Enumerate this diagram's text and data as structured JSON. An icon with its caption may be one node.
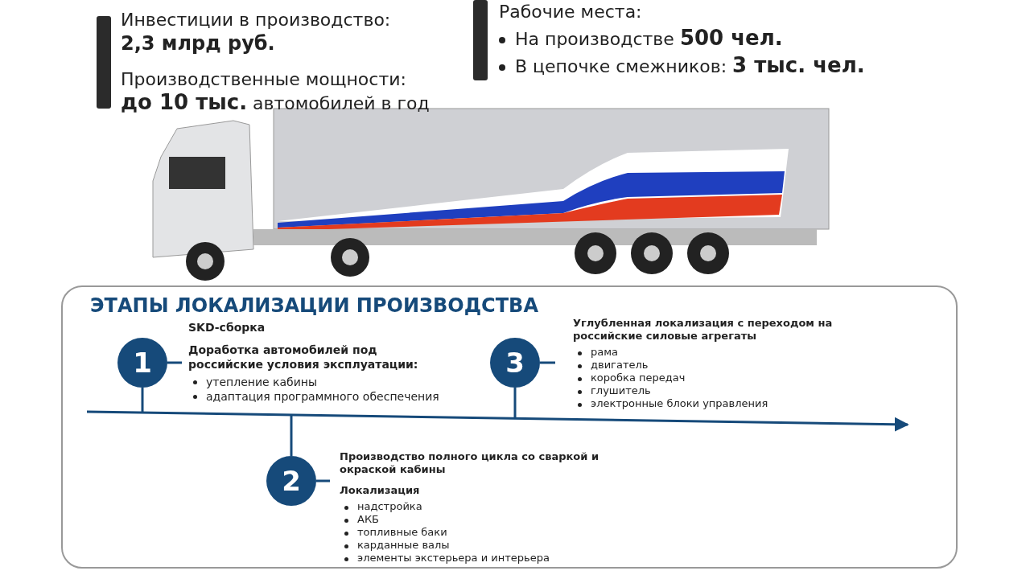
{
  "diagram": {
    "title": "ЭТАПЫ ЛОКАЛИЗАЦИИ ПРОИЗВОДСТВА",
    "nodes": [
      {
        "text": [
          "1"
        ],
        "beside": [
          "SKD-сборка",
          "Доработка автомобилей под российские условия эксплуатации:",
          "утепление кабины",
          "адаптация программного обеспечения"
        ]
      },
      {
        "text": [
          "3"
        ],
        "beside": [
          "Углубленная локализация с переходом на российские силовые агрегаты",
          "рама",
          "двигатель",
          "коробка передач",
          "глушитель",
          "электронные блоки управления"
        ]
      },
      {
        "text": [
          "2"
        ],
        "beside": [
          "Производство полного цикла со сваркой и окраской кабины",
          "Локализация",
          "надстройка",
          "АКБ",
          "топливные баки",
          "карданные валы",
          "элементы экстерьера и интерьера"
        ]
      },
      {
        "text": [],
        "shape": "bar"
      }
    ],
    "edges": [
      {
        "from": 0,
        "to": 3,
        "arrow": "none"
      },
      {
        "from": 1,
        "to": 3,
        "arrow": "none"
      },
      {
        "from": 2,
        "to": 3,
        "arrow": "none"
      }
    ],
    "labels": [
      "Инвестиции в производство:",
      "2,3 млрд руб.",
      "Производственные мощности:",
      "**до 10 тыс.** автомобилей в год",
      "Рабочие места:",
      "На производстве **500 чел.**",
      "В цепочке смежников: **3 тыс. чел.**"
    ]
  }
}
